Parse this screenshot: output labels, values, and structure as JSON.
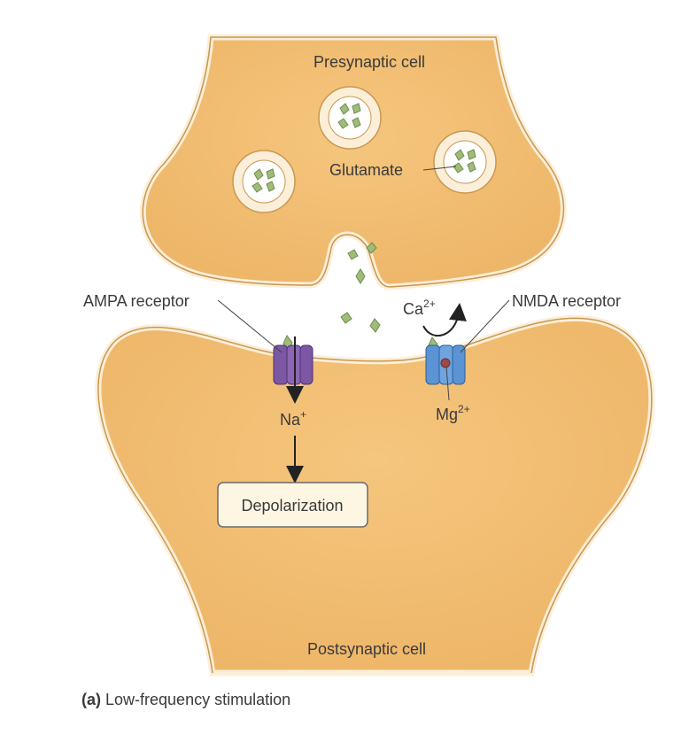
{
  "labels": {
    "presynaptic": "Presynaptic cell",
    "glutamate": "Glutamate",
    "ampa_receptor": "AMPA receptor",
    "nmda_receptor": "NMDA receptor",
    "ca_base": "Ca",
    "ca_sup": "2+",
    "mg_base": "Mg",
    "mg_sup": "2+",
    "na_base": "Na",
    "na_sup": "+",
    "depolarization": "Depolarization",
    "postsynaptic": "Postsynaptic cell"
  },
  "caption": {
    "part": "(a)",
    "text": "Low-frequency stimulation"
  },
  "colors": {
    "cell_fill": "#F2BD6E",
    "cell_outline": "#C89752",
    "membrane": "#FCEFD9",
    "vesicle_fill": "#FFFFFF",
    "glutamate": "#9FBC7A",
    "ampa": "#7B57A4",
    "nmda": "#5B93D3",
    "box_fill": "#FDF6E3"
  }
}
